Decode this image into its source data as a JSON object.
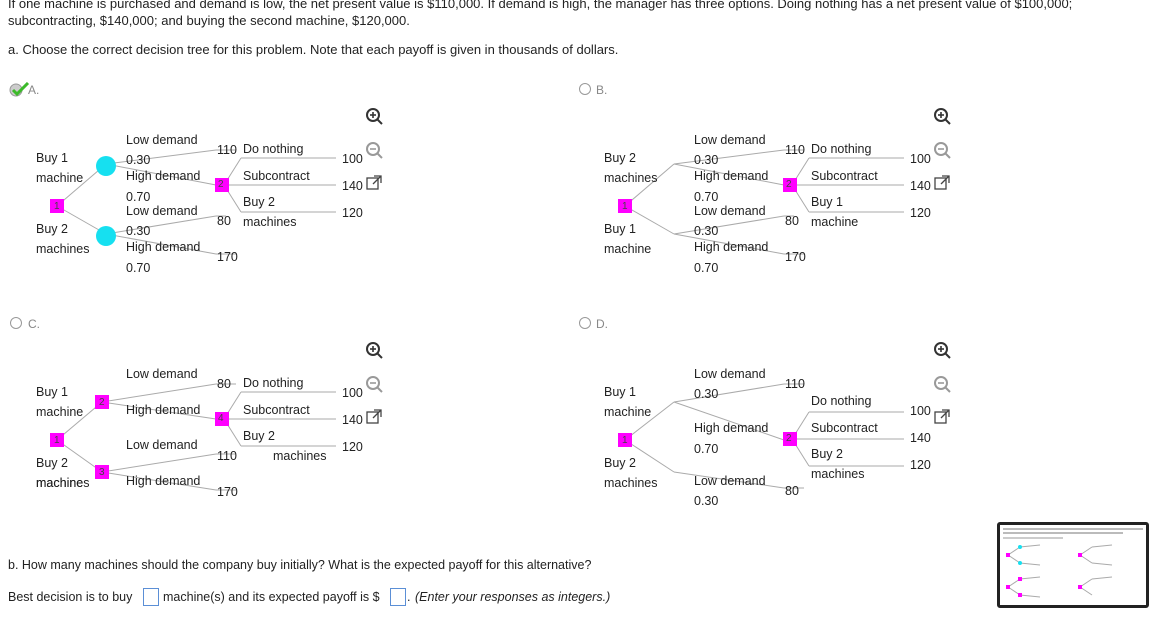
{
  "intro": {
    "line1": "If one machine is purchased and demand is low, the net present value is $110,000. If demand is high, the manager has three options. Doing nothing has a net present value of $100,000;",
    "line2": "subcontracting, $140,000; and buying the second machine, $120,000."
  },
  "part_a": {
    "question": "a. Choose the correct decision tree for this problem. Note that each payoff is given in thousands of dollars."
  },
  "options": {
    "A": {
      "label": "A.",
      "selected": true,
      "texts": {
        "top": "Buy 1",
        "top2": "machine",
        "bot": "Buy 2",
        "bot2": "machines",
        "ld1": "Low demand",
        "p1": "0.30",
        "hd1": "High demand",
        "p2": "0.70",
        "ld2": "Low demand",
        "p3": "0.30",
        "hd2": "High demand",
        "p4": "0.70",
        "v110": "110",
        "v80": "80",
        "v170": "170",
        "dn": "Do nothing",
        "sc": "Subcontract",
        "b2": "Buy 2",
        "b2b": "machines",
        "v100": "100",
        "v140": "140",
        "v120": "120",
        "n1": "1",
        "n2": "2"
      }
    },
    "B": {
      "label": "B.",
      "selected": false,
      "texts": {
        "top": "Buy 2",
        "top2": "machines",
        "bot": "Buy 1",
        "bot2": "machine",
        "ld1": "Low demand",
        "p1": "0.30",
        "hd1": "High demand",
        "p2": "0.70",
        "ld2": "Low demand",
        "p3": "0.30",
        "hd2": "High demand",
        "p4": "0.70",
        "v110": "110",
        "v80": "80",
        "v170": "170",
        "dn": "Do nothing",
        "sc": "Subcontract",
        "b2": "Buy 1",
        "b2b": "machine",
        "v100": "100",
        "v140": "140",
        "v120": "120",
        "n1": "1",
        "n2": "2"
      }
    },
    "C": {
      "label": "C.",
      "selected": false,
      "texts": {
        "top": "Buy 1",
        "top2": "machine",
        "bot": "Buy 2",
        "bot2": "machines",
        "ld1": "Low demand",
        "hd1": "High demand",
        "ld2": "Low demand",
        "hd2": "High demand",
        "v80": "80",
        "v110": "110",
        "v170": "170",
        "dn": "Do nothing",
        "sc": "Subcontract",
        "b2": "Buy 2",
        "v100": "100",
        "v140": "140",
        "v120": "120",
        "n1": "1",
        "n2": "2",
        "n3": "3",
        "n4": "4"
      }
    },
    "D": {
      "label": "D.",
      "selected": false,
      "texts": {
        "top": "Buy 1",
        "top2": "machine",
        "bot": "Buy 2",
        "bot2": "machines",
        "ld1": "Low demand",
        "p1": "0.30",
        "hd1": "High demand",
        "p2": "0.70",
        "ld2": "Low demand",
        "p3": "0.30",
        "v110": "110",
        "v80": "80",
        "dn": "Do nothing",
        "sc": "Subcontract",
        "b2": "Buy 2",
        "b2b": "machines",
        "v100": "100",
        "v140": "140",
        "v120": "120",
        "n1": "1",
        "n2": "2"
      }
    }
  },
  "part_b": {
    "question": "b. How many machines should the company buy initially? What is the expected payoff for this alternative?",
    "prefix": "Best decision is to buy",
    "middle": "machine(s) and its expected payoff is $",
    "suffix": "(Enter your responses as integers.)",
    "suffix_dot": "."
  },
  "colors": {
    "decision_node": "#ff00ff",
    "chance_node": "#16e0f0",
    "answer_border": "#5b8fd6",
    "check": "#3cba2a"
  },
  "icons": [
    "zoom-in-icon",
    "zoom-out-icon",
    "popout-icon",
    "checkmark-icon"
  ]
}
